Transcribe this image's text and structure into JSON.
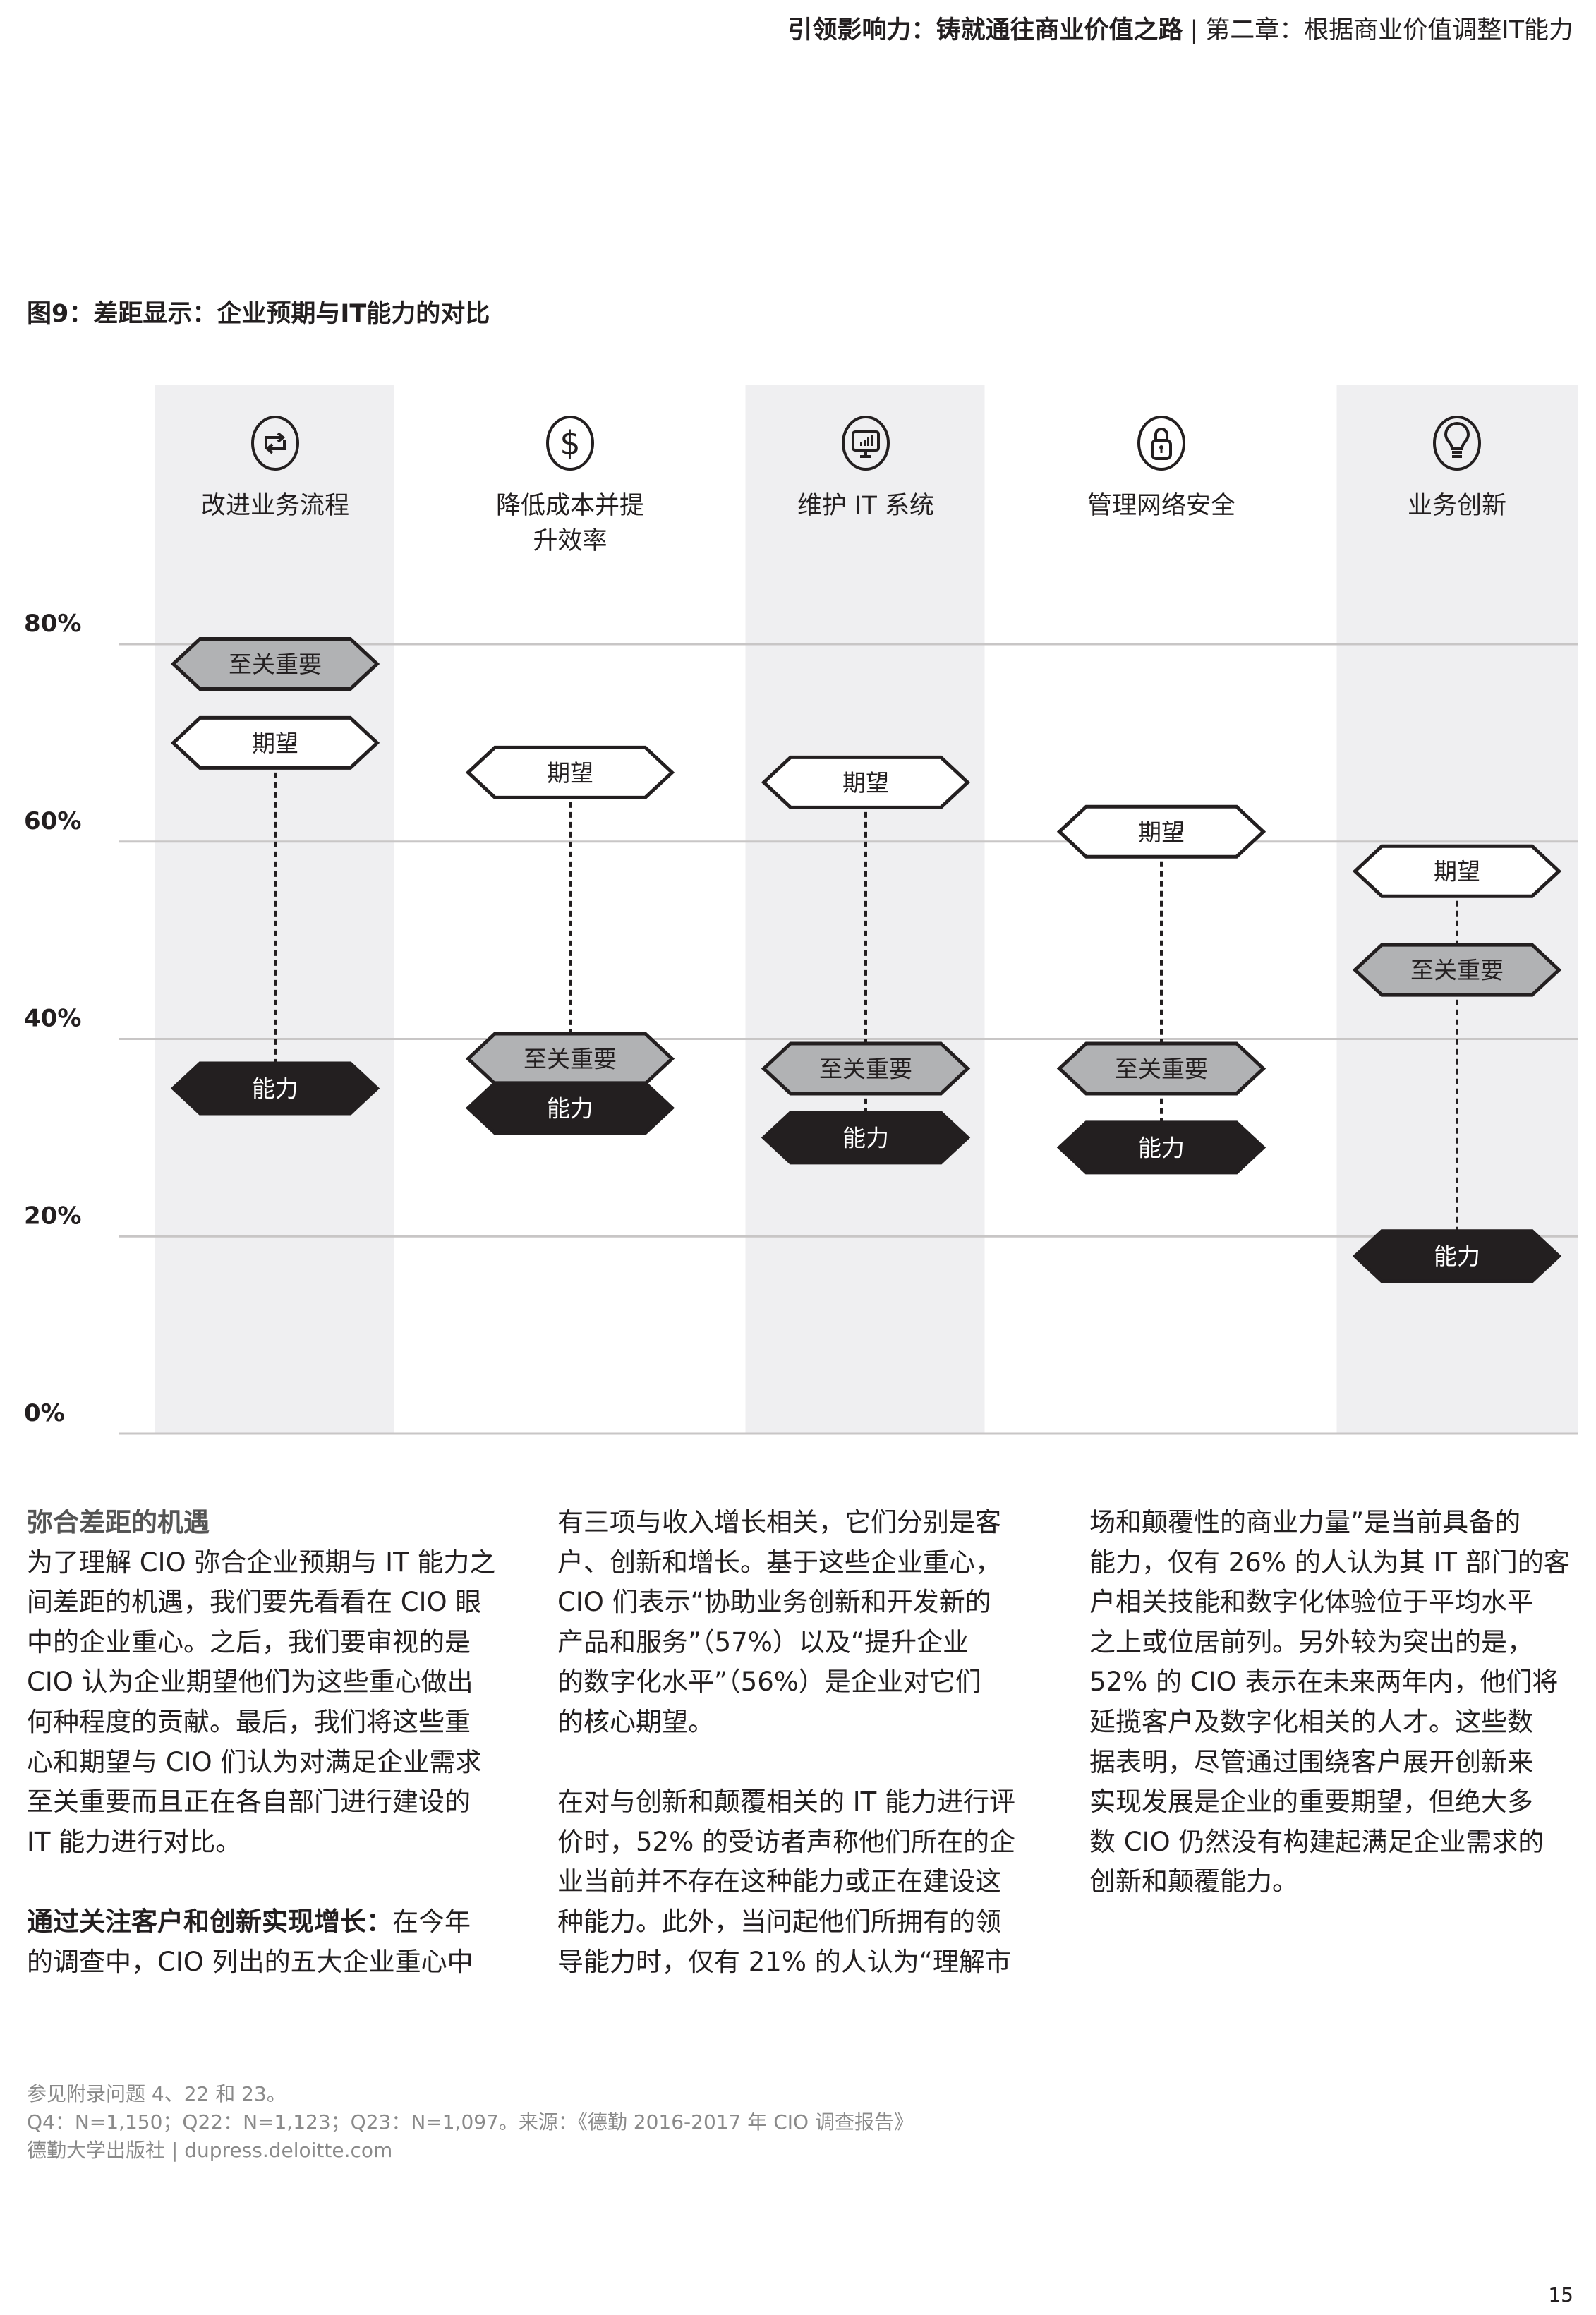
{
  "header": {
    "title": "引领影响力：铸就通往商业价值之路",
    "separator": "|",
    "chapter": "第二章：根据商业价值调整IT能力"
  },
  "figure_title": "图9：差距显示：企业预期与IT能力的对比",
  "colors": {
    "band": "#efeff1",
    "grid": "#c8c6c6",
    "critical": "#b1b2b4",
    "expectation": "#ffffff",
    "capability": "#231f20"
  },
  "chart_data": {
    "type": "range",
    "title": "图9：差距显示：企业预期与IT能力的对比",
    "ylim": [
      0,
      80
    ],
    "yticks": [
      0,
      20,
      40,
      60,
      80
    ],
    "ytick_labels": [
      "0%",
      "20%",
      "40%",
      "60%",
      "80%"
    ],
    "series_labels": {
      "critical": "至关重要",
      "expectation": "期望",
      "capability": "能力"
    },
    "categories": [
      {
        "label": [
          "改进业务流程"
        ],
        "icon": "repeat-icon",
        "critical": 78,
        "expectation": 70,
        "capability": 35
      },
      {
        "label": [
          "降低成本并提",
          "升效率"
        ],
        "icon": "dollar-icon",
        "critical": 38,
        "expectation": 67,
        "capability": 33
      },
      {
        "label": [
          "维护 IT 系统"
        ],
        "icon": "monitor-chart-icon",
        "critical": 37,
        "expectation": 66,
        "capability": 30
      },
      {
        "label": [
          "管理网络安全"
        ],
        "icon": "lock-icon",
        "critical": 37,
        "expectation": 61,
        "capability": 29
      },
      {
        "label": [
          "业务创新"
        ],
        "icon": "lightbulb-icon",
        "critical": 47,
        "expectation": 57,
        "capability": 18
      }
    ]
  },
  "columns": [
    {
      "lines": [
        {
          "heading": "弥合差距的机遇"
        },
        "为了理解 CIO 弥合企业预期与 IT 能力之",
        "间差距的机遇，我们要先看看在 CIO 眼",
        "中的企业重心。之后，我们要审视的是",
        "CIO 认为企业期望他们为这些重心做出",
        "何种程度的贡献。最后，我们将这些重",
        "心和期望与 CIO 们认为对满足企业需求",
        "至关重要而且正在各自部门进行建设的",
        "IT 能力进行对比。",
        "",
        {
          "bold": "通过关注客户和创新实现增长：",
          "text": "在今年"
        },
        "的调查中，CIO 列出的五大企业重心中"
      ]
    },
    {
      "lines": [
        "有三项与收入增长相关，它们分别是客",
        "户、创新和增长。基于这些企业重心，",
        "CIO 们表示“协助业务创新和开发新的",
        "产品和服务”（57%）以及“提升企业",
        "的数字化水平”（56%）是企业对它们",
        "的核心期望。",
        "",
        "在对与创新和颠覆相关的 IT 能力进行评",
        "价时，52% 的受访者声称他们所在的企",
        "业当前并不存在这种能力或正在建设这",
        "种能力。此外，当问起他们所拥有的领",
        "导能力时，仅有 21% 的人认为“理解市"
      ]
    },
    {
      "lines": [
        "场和颠覆性的商业力量”是当前具备的",
        "能力，仅有 26% 的人认为其 IT 部门的客",
        "户相关技能和数字化体验位于平均水平",
        "之上或位居前列。另外较为突出的是，",
        "52% 的 CIO 表示在未来两年内，他们将",
        "延揽客户及数字化相关的人才。这些数",
        "据表明，尽管通过围绕客户展开创新来",
        "实现发展是企业的重要期望，但绝大多",
        "数 CIO 仍然没有构建起满足企业需求的",
        "创新和颠覆能力。"
      ]
    }
  ],
  "footnotes": {
    "line1": "参见附录问题 4、22 和 23。",
    "line2": "Q4：N=1,150；Q22：N=1,123；Q23：N=1,097。来源：《德勤 2016-2017 年 CIO 调查报告》",
    "line3": "德勤大学出版社 | dupress.deloitte.com"
  },
  "page_number": "15"
}
